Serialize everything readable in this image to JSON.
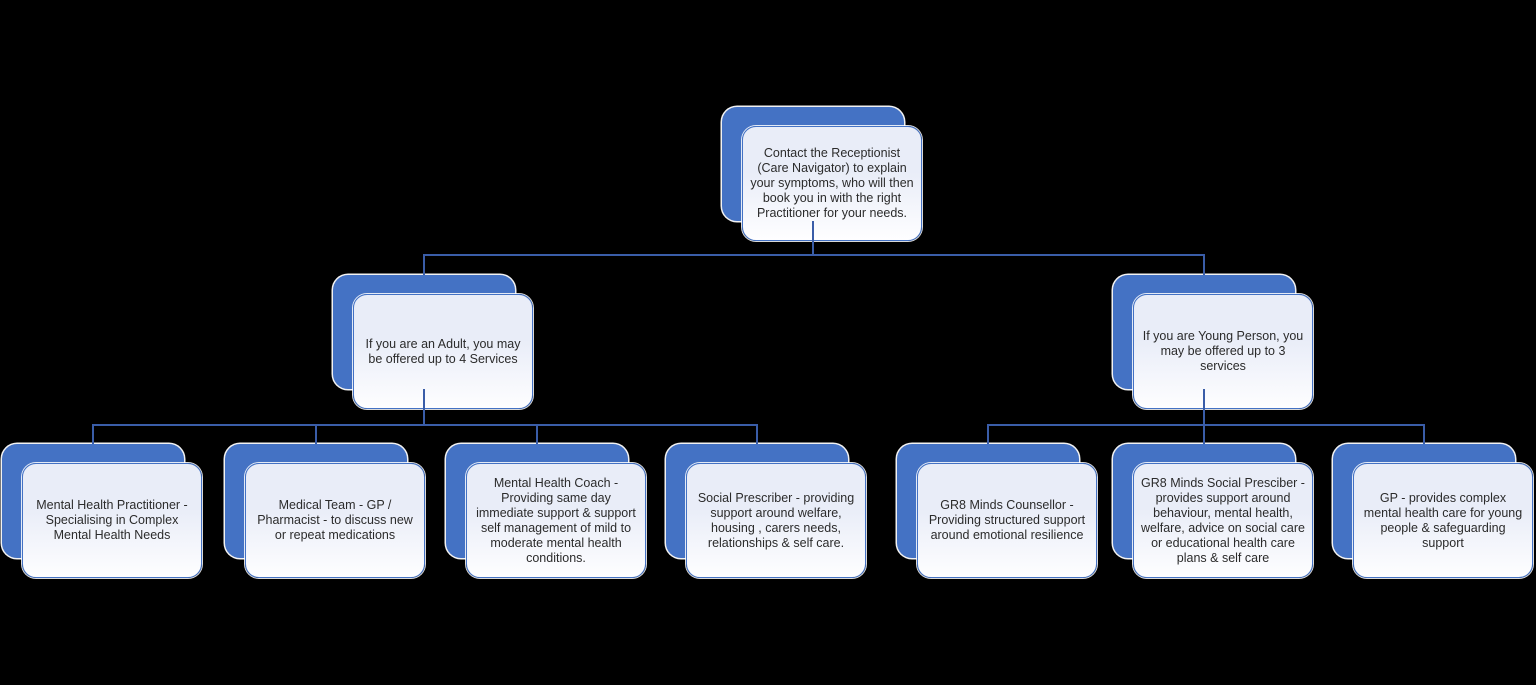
{
  "diagram": {
    "type": "hierarchy-flowchart",
    "background_color": "#000000",
    "colors": {
      "shape_blue": "#4472C4",
      "card_border": "#4472C4",
      "card_fill_top": "#E9EDF8",
      "card_fill_bottom": "#FEFEFF",
      "connector": "#3A5DA8",
      "text": "#2B2B2B",
      "outline_white": "#FFFFFF"
    },
    "root": {
      "text": "Contact the Receptionist (Care Navigator) to explain your symptoms, who will then book you in with the right Practitioner for your needs."
    },
    "branches": [
      {
        "text": "If you are an Adult, you may be offered up to 4 Services",
        "children": [
          {
            "text": "Mental Health Practitioner - Specialising in Complex Mental Health Needs"
          },
          {
            "text": "Medical Team - GP / Pharmacist - to discuss new or repeat medications"
          },
          {
            "text": "Mental Health Coach  - Providing same day immediate support & support self management of mild to moderate mental health conditions."
          },
          {
            "text": "Social Prescriber - providing support around welfare, housing , carers needs, relationships & self care."
          }
        ]
      },
      {
        "text": "If you are Young Person, you may be offered up to 3 services",
        "children": [
          {
            "text": "GR8 Minds Counsellor - Providing structured support around emotional resilience"
          },
          {
            "text": "GR8 Minds Social Presciber - provides support around behaviour, mental health, welfare, advice on social care or educational health care plans & self care"
          },
          {
            "text": "GP  - provides complex mental health care for young people & safeguarding support"
          }
        ]
      }
    ]
  }
}
